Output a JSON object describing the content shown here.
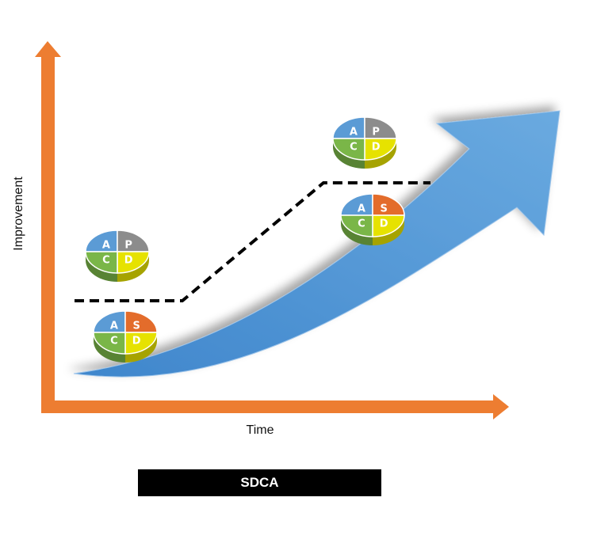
{
  "axes": {
    "x_label": "Time",
    "y_label": "Improvement",
    "axis_color": "#ED7D31"
  },
  "curve_arrow_color": "#5B9BD5",
  "cycles": [
    {
      "id": "pdca-low",
      "letters": {
        "tl": "A",
        "tr": "P",
        "bl": "C",
        "br": "D"
      }
    },
    {
      "id": "sdca-low",
      "letters": {
        "tl": "A",
        "tr": "S",
        "bl": "C",
        "br": "D"
      }
    },
    {
      "id": "pdca-high",
      "letters": {
        "tl": "A",
        "tr": "P",
        "bl": "C",
        "br": "D"
      }
    },
    {
      "id": "sdca-high",
      "letters": {
        "tl": "A",
        "tr": "S",
        "bl": "C",
        "br": "D"
      }
    }
  ],
  "wedge_colors": {
    "A": "#5B9BD5",
    "P": "#8C8C8C",
    "S": "#E36C2B",
    "C": "#7AB648",
    "D": "#E6E200"
  },
  "caption": "SDCA"
}
